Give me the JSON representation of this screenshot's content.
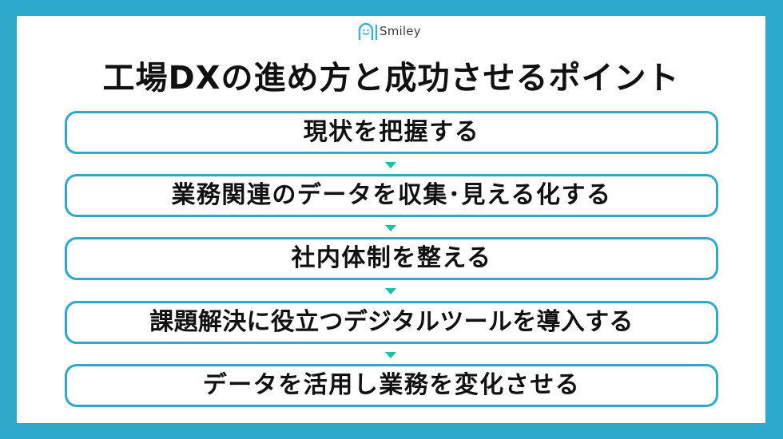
{
  "logo": {
    "brand": "Smiley",
    "icon": "smiley-arch-icon",
    "color": "#3fb0d6"
  },
  "title": "工場DXの進め方と成功させるポイント",
  "steps": [
    {
      "label": "現状を把握する"
    },
    {
      "label": "業務関連のデータを収集･見える化する"
    },
    {
      "label": "社内体制を整える"
    },
    {
      "label": "課題解決に役立つデジタルツールを導入する"
    },
    {
      "label": "データを活用し業務を変化させる"
    }
  ],
  "colors": {
    "frame": "#2ea9cb",
    "box_border": "#2ea9cb",
    "arrow": "#1dbfa6",
    "text": "#111111"
  }
}
